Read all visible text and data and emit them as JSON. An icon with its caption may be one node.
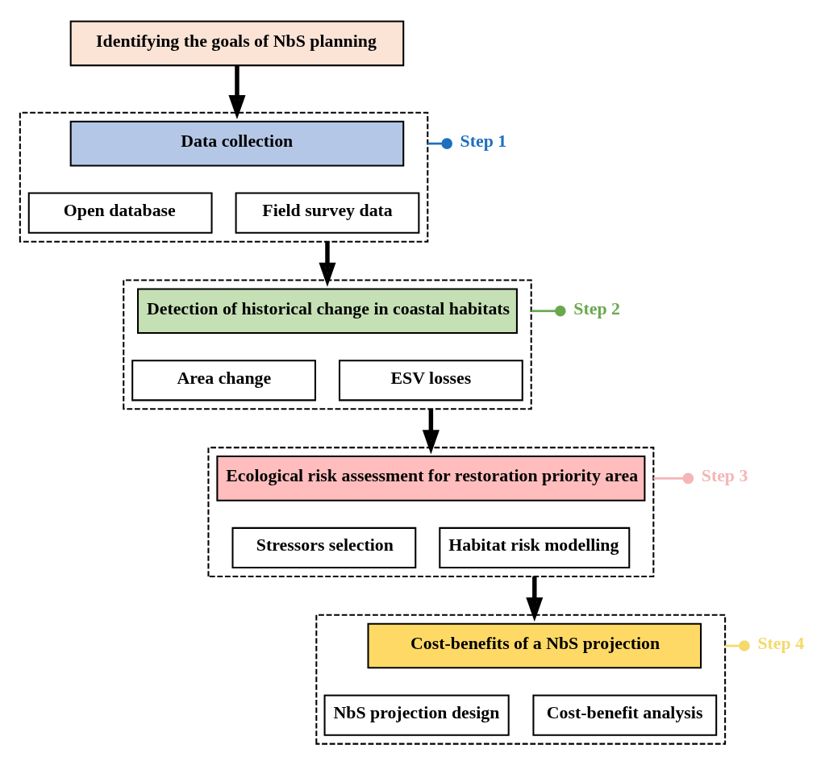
{
  "diagram": {
    "nodes": [
      {
        "text": [
          "Identifying the goals of NbS planning"
        ]
      },
      {
        "text": [
          "Step 1"
        ]
      },
      {
        "text": [],
        "shape": "box"
      },
      {
        "text": [
          "Data collection"
        ],
        "in": 2
      },
      {
        "text": [
          "Open database"
        ],
        "in": 2
      },
      {
        "text": [
          "Field survey data"
        ],
        "in": 2
      },
      {
        "text": [
          "Step 2"
        ]
      },
      {
        "text": [],
        "shape": "box"
      },
      {
        "text": [
          "Detection of historical change in coastal habitats"
        ],
        "in": 7
      },
      {
        "text": [
          "Area change"
        ],
        "in": 7
      },
      {
        "text": [
          "ESV losses"
        ],
        "in": 7
      },
      {
        "text": [
          "Step 3"
        ]
      },
      {
        "text": [],
        "shape": "box"
      },
      {
        "text": [
          "Ecological risk assessment for restoration priority area"
        ],
        "in": 12
      },
      {
        "text": [
          "Stressors selection"
        ],
        "in": 12
      },
      {
        "text": [
          "Habitat risk modelling"
        ],
        "in": 12
      },
      {
        "text": [
          "Step 4"
        ]
      },
      {
        "text": [],
        "shape": "box"
      },
      {
        "text": [
          "Cost-benefits of a NbS projection"
        ],
        "in": 17
      },
      {
        "text": [
          "NbS projection design"
        ],
        "in": 17
      },
      {
        "text": [
          "Cost-benefit analysis"
        ],
        "in": 17
      }
    ],
    "edges": [
      {
        "from": 0,
        "to": 2,
        "arrow": "to",
        "style": "thick"
      },
      {
        "from": 1,
        "to": 2,
        "arrow": "other",
        "color": "#1f6fbf"
      },
      {
        "from": 2,
        "to": 7,
        "arrow": "to",
        "style": "thick"
      },
      {
        "from": 6,
        "to": 7,
        "arrow": "other",
        "color": "#6aa84f"
      },
      {
        "from": 7,
        "to": 12,
        "arrow": "to",
        "style": "thick"
      },
      {
        "from": 11,
        "to": 12,
        "arrow": "other",
        "color": "#f4b6b6"
      },
      {
        "from": 12,
        "to": 17,
        "arrow": "to",
        "style": "thick"
      },
      {
        "from": 16,
        "to": 17,
        "arrow": "other",
        "color": "#f5d96b"
      }
    ]
  }
}
